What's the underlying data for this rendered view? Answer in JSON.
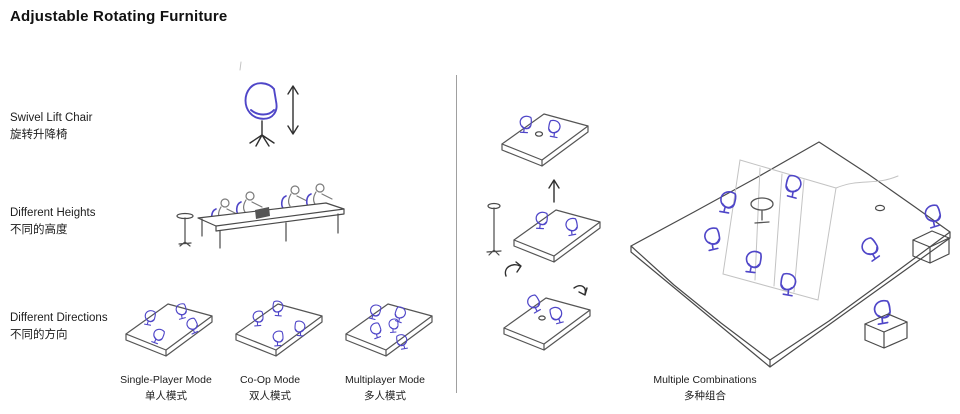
{
  "title": "Adjustable Rotating Furniture",
  "left_labels": [
    {
      "en": "Swivel Lift Chair",
      "zh": "旋转升降椅"
    },
    {
      "en": "Different Heights",
      "zh": "不同的高度"
    },
    {
      "en": "Different Directions",
      "zh": "不同的方向"
    }
  ],
  "mode_labels": [
    {
      "en": "Single-Player Mode",
      "zh": "单人模式"
    },
    {
      "en": "Co-Op Mode",
      "zh": "双人模式"
    },
    {
      "en": "Multiplayer Mode",
      "zh": "多人模式"
    }
  ],
  "combination_label": {
    "en": "Multiple Combinations",
    "zh": "多种组合"
  },
  "icons": {
    "lift_arrow": "up-down-arrow",
    "raise_arrow": "up-arrow",
    "rotate_arrows": "rotation-arrows"
  },
  "colors": {
    "chair_accent": "#4f46c8",
    "ink": "#3c3c3c",
    "divider": "#a0a0a0",
    "background": "#ffffff"
  }
}
